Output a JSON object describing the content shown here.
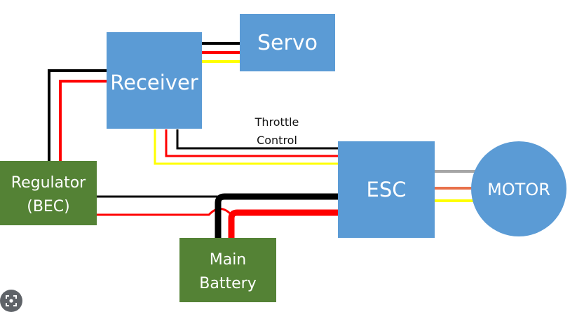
{
  "blocks": {
    "servo": {
      "label": "Servo"
    },
    "receiver": {
      "label": "Receiver"
    },
    "regulator": {
      "line1": "Regulator",
      "line2": "(BEC)"
    },
    "esc": {
      "label": "ESC"
    },
    "motor": {
      "label": "MOTOR"
    },
    "battery": {
      "line1": "Main",
      "line2": "Battery"
    }
  },
  "annotations": {
    "throttle_line1": "Throttle",
    "throttle_line2": "Control"
  },
  "colors": {
    "blue_block": "#5b9bd5",
    "green_block": "#548235",
    "wire_black": "#000000",
    "wire_red": "#ff0000",
    "wire_yellow": "#ffff00",
    "wire_gray": "#a6a6a6",
    "wire_orange": "#e8704a"
  },
  "icons": {
    "lens": "image-search-icon"
  }
}
